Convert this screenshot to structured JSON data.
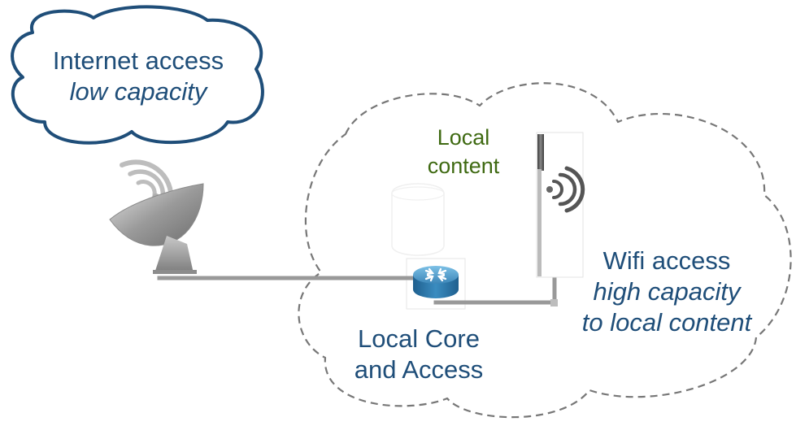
{
  "internet_cloud": {
    "line1": "Internet access",
    "line2": "low capacity"
  },
  "local_content": {
    "line1": "Local",
    "line2": "content"
  },
  "wifi_label": {
    "line1": "Wifi access",
    "line2": "high capacity",
    "line3": "to local content"
  },
  "core_label": {
    "line1": "Local Core",
    "line2": "and Access"
  },
  "icons": [
    "satellite-dish-icon",
    "server-icon",
    "router-icon",
    "wifi-access-point-icon"
  ],
  "colors": {
    "text_blue": "#1f4e79",
    "text_green": "#3f6a12",
    "cable_gray": "#999999",
    "router_blue": "#3e86b5",
    "cloud_dash": "#777777"
  }
}
